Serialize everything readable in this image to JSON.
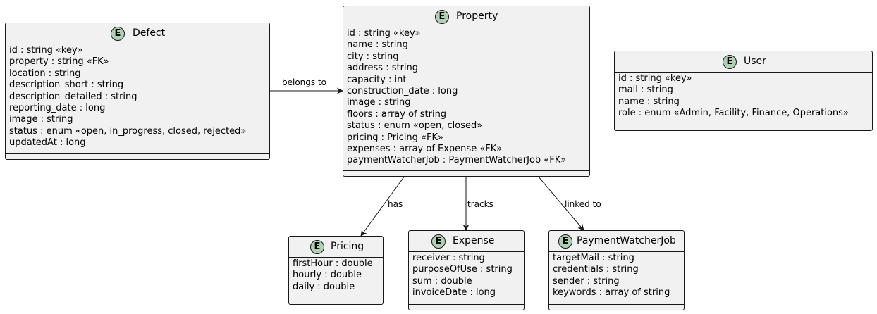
{
  "entities": {
    "defect": {
      "stereotype": "E",
      "name": "Defect",
      "attributes": [
        "id : string «key»",
        "property : string «FK»",
        "location : string",
        "description_short : string",
        "description_detailed : string",
        "reporting_date : long",
        "image : string",
        "status : enum «open, in_progress, closed, rejected»",
        "updatedAt : long"
      ]
    },
    "property": {
      "stereotype": "E",
      "name": "Property",
      "attributes": [
        "id : string «key»",
        "name : string",
        "city : string",
        "address : string",
        "capacity : int",
        "construction_date : long",
        "image : string",
        "floors : array of string",
        "status : enum «open, closed»",
        "pricing : Pricing «FK»",
        "expenses : array of Expense «FK»",
        "paymentWatcherJob : PaymentWatcherJob «FK»"
      ]
    },
    "user": {
      "stereotype": "E",
      "name": "User",
      "attributes": [
        "id : string «key»",
        "mail : string",
        "name : string",
        "role : enum «Admin, Facility, Finance, Operations»"
      ]
    },
    "pricing": {
      "stereotype": "E",
      "name": "Pricing",
      "attributes": [
        "firstHour : double",
        "hourly : double",
        "daily : double"
      ]
    },
    "expense": {
      "stereotype": "E",
      "name": "Expense",
      "attributes": [
        "receiver : string",
        "purposeOfUse : string",
        "sum : double",
        "invoiceDate : long"
      ]
    },
    "paymentwatcherjob": {
      "stereotype": "E",
      "name": "PaymentWatcherJob",
      "attributes": [
        "targetMail : string",
        "credentials : string",
        "sender : string",
        "keywords : array of string"
      ]
    }
  },
  "relations": {
    "belongs_to": "belongs to",
    "has": "has",
    "tracks": "tracks",
    "linked_to": "linked to"
  }
}
